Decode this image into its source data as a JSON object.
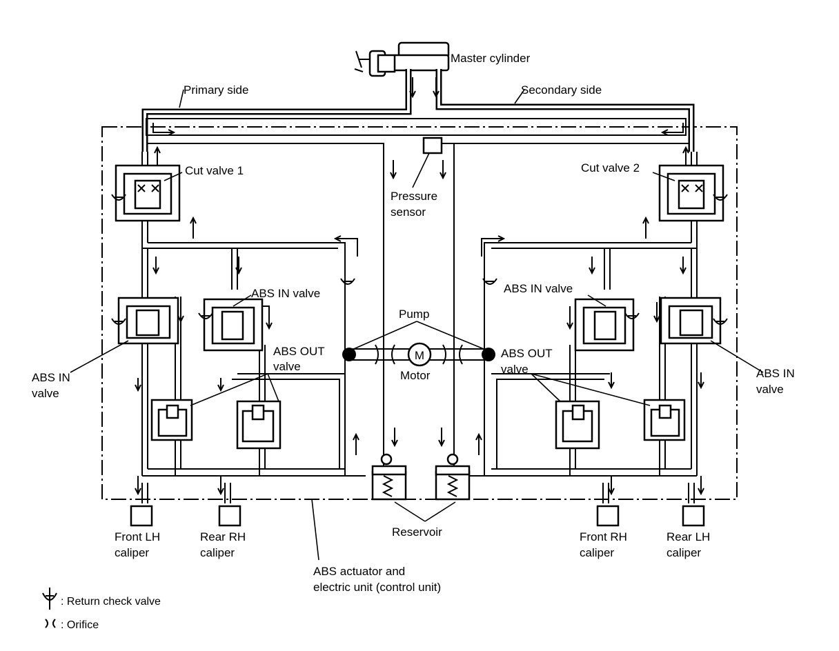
{
  "labels": {
    "master_cylinder": "Master cylinder",
    "primary_side": "Primary side",
    "secondary_side": "Secondary side",
    "cut_valve_1": "Cut valve 1",
    "cut_valve_2": "Cut valve 2",
    "pressure_sensor_l1": "Pressure",
    "pressure_sensor_l2": "sensor",
    "abs_in_valve_center_left": "ABS IN valve",
    "abs_in_valve_center_right": "ABS IN valve",
    "abs_in_left_l1": "ABS IN",
    "abs_in_left_l2": "valve",
    "abs_in_right_l1": "ABS IN",
    "abs_in_right_l2": "valve",
    "abs_out_left_l1": "ABS OUT",
    "abs_out_left_l2": "valve",
    "abs_out_right_l1": "ABS OUT",
    "abs_out_right_l2": "valve",
    "pump": "Pump",
    "motor": "Motor",
    "motor_symbol": "M",
    "reservoir": "Reservoir",
    "front_lh_l1": "Front LH",
    "front_lh_l2": "caliper",
    "rear_rh_l1": "Rear RH",
    "rear_rh_l2": "caliper",
    "front_rh_l1": "Front RH",
    "front_rh_l2": "caliper",
    "rear_lh_l1": "Rear LH",
    "rear_lh_l2": "caliper",
    "actuator_l1": "ABS actuator and",
    "actuator_l2": "electric unit (control unit)"
  },
  "legend": {
    "return_check_valve": ": Return check valve",
    "orifice": ": Orifice"
  }
}
